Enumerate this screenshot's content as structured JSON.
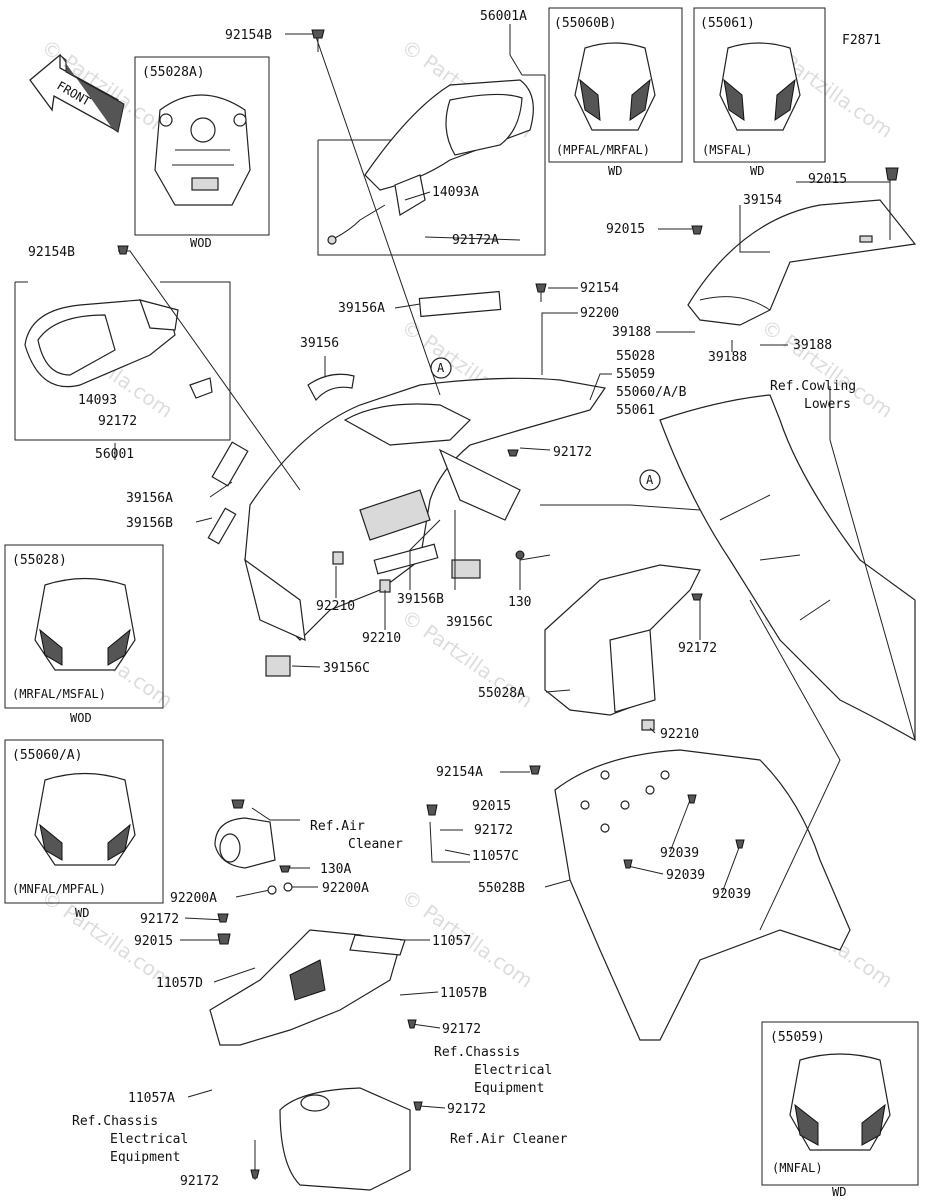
{
  "figure_code": "F2871",
  "front_label": "FRONT",
  "watermark": "© Partzilla.com",
  "insets": {
    "i55028A": {
      "code": "(55028A)",
      "caption": "WOD"
    },
    "i55060B": {
      "code": "(55060B)",
      "variant": "(MPFAL/MRFAL)",
      "caption": "WD"
    },
    "i55061": {
      "code": "(55061)",
      "variant": "(MSFAL)",
      "caption": "WD"
    },
    "i55028": {
      "code": "(55028)",
      "variant": "(MRFAL/MSFAL)",
      "caption": "WOD"
    },
    "i55060A": {
      "code": "(55060/A)",
      "variant": "(MNFAL/MPFAL)",
      "caption": "WD"
    },
    "i55059": {
      "code": "(55059)",
      "variant": "(MNFAL)",
      "caption": "WD"
    }
  },
  "callouts": {
    "p92154B_top": "92154B",
    "p56001A": "56001A",
    "p14093A": "14093A",
    "p92172A": "92172A",
    "p92154B_left": "92154B",
    "p14093": "14093",
    "p92172_left": "92172",
    "p56001": "56001",
    "p92015_top": "92015",
    "p39154": "39154",
    "p92015_mid": "92015",
    "p92154": "92154",
    "p92200": "92200",
    "p39156A_top": "39156A",
    "p39188_left": "39188",
    "p39188_right": "39188",
    "p39188_bottom": "39188",
    "p39156": "39156",
    "p55028": "55028",
    "p55059": "55059",
    "p55060AB": "55060/A/B",
    "p55061": "55061",
    "p92172_mid": "92172",
    "p39156A_mid": "39156A",
    "p39156B_left": "39156B",
    "p92210_a": "92210",
    "p39156B_mid": "39156B",
    "p130": "130",
    "p92210_b": "92210",
    "p39156C_mid": "39156C",
    "p39156C_low": "39156C",
    "p92172_right": "92172",
    "p55028A": "55028A",
    "p92210_c": "92210",
    "p92154A": "92154A",
    "p92015_low": "92015",
    "p92172_low": "92172",
    "p11057C": "11057C",
    "p130A": "130A",
    "p92200A_left": "92200A",
    "p92200A_right": "92200A",
    "p92039_a": "92039",
    "p92039_b": "92039",
    "p92039_c": "92039",
    "p55028B": "55028B",
    "p92172_b1": "92172",
    "p92015_b1": "92015",
    "p11057": "11057",
    "p11057D": "11057D",
    "p11057B": "11057B",
    "p92172_b2": "92172",
    "p11057A": "11057A",
    "p92172_b3": "92172",
    "p92172_b4": "92172",
    "circle_a": "A"
  },
  "references": {
    "cowling_lowers": [
      "Ref.Cowling",
      "Lowers"
    ],
    "air_cleaner_top": [
      "Ref.Air",
      "Cleaner"
    ],
    "chassis_right": [
      "Ref.Chassis",
      "Electrical",
      "Equipment"
    ],
    "chassis_left": [
      "Ref.Chassis",
      "Electrical",
      "Equipment"
    ],
    "air_cleaner_bottom": "Ref.Air Cleaner"
  }
}
